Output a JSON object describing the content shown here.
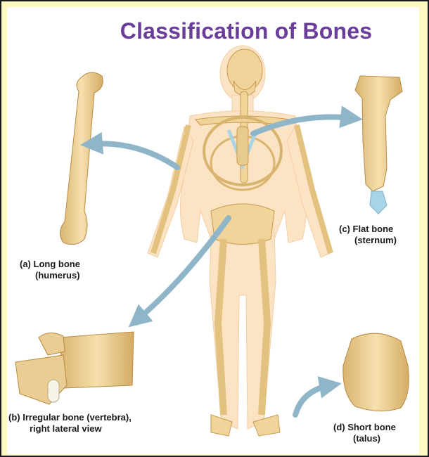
{
  "title": "Classification of Bones",
  "labels": {
    "long": {
      "line1": "(a) Long bone",
      "line2": "(humerus)"
    },
    "irregular": {
      "line1": "(b) Irregular bone (vertebra),",
      "line2": "right lateral view"
    },
    "flat": {
      "line1": "(c) Flat bone",
      "line2": "(sternum)"
    },
    "short": {
      "line1": "(d) Short bone",
      "line2": "(talus)"
    }
  },
  "colors": {
    "title": "#6a3d9a",
    "bone": "#f0d49a",
    "body": "#fbe3c4",
    "cartilage": "#a9d4e6",
    "arrow": "#8fb5c9",
    "frame_bg": "#fdf9c2"
  }
}
